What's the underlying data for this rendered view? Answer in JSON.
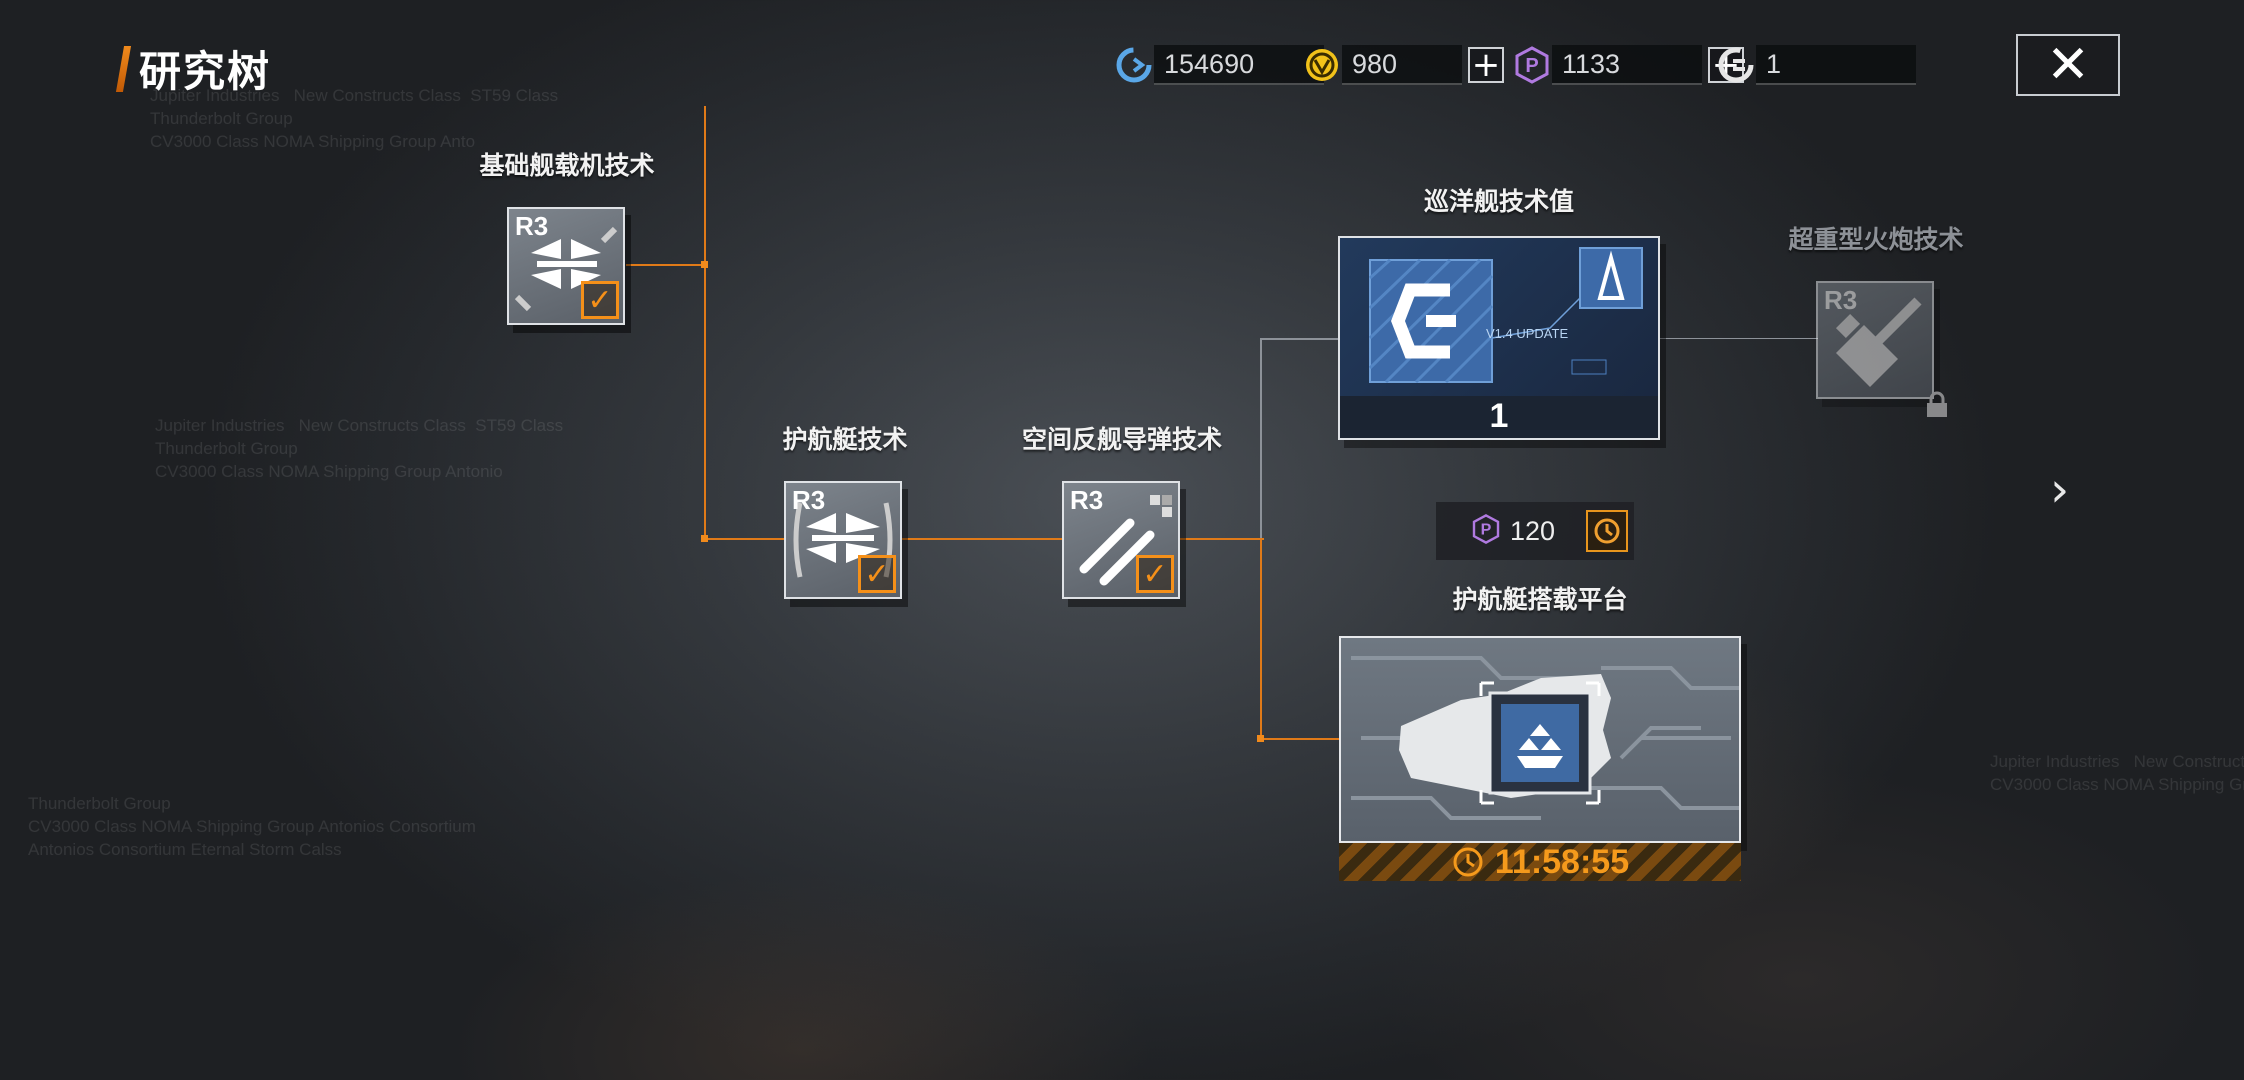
{
  "header": {
    "title": "研究树",
    "close_icon": "close-icon"
  },
  "currencies": [
    {
      "icon": "credit-coin-icon",
      "color": "#5aa7e8",
      "value": "154690",
      "has_plus": false
    },
    {
      "icon": "gold-coin-icon",
      "color": "#f2c21a",
      "value": "980",
      "has_plus": true
    },
    {
      "icon": "purple-p-icon",
      "color": "#b07ae0",
      "value": "1133",
      "has_plus": true
    },
    {
      "icon": "white-token-icon",
      "color": "#e6e6e6",
      "value": "1",
      "has_plus": false
    }
  ],
  "plus_symbol": "+",
  "close_symbol": "✕",
  "next_symbol": "›",
  "tree": {
    "n1": {
      "label": "基础舰载机技术",
      "rank": "R3",
      "completed": true,
      "check": "✓"
    },
    "n2": {
      "label": "护航艇技术",
      "rank": "R3",
      "completed": true,
      "check": "✓"
    },
    "n3": {
      "label": "空间反舰导弹技术",
      "rank": "R3",
      "completed": true,
      "check": "✓"
    },
    "n4": {
      "label": "巡洋舰技术值",
      "count": "1",
      "update_text": "V1.4 UPDATE"
    },
    "n5": {
      "label": "超重型火炮技术",
      "rank": "R3",
      "locked": true
    },
    "n6": {
      "label": "护航艇搭载平台",
      "cost": "120",
      "timer": "11:58:55"
    }
  },
  "colors": {
    "accent": "#f08a1c",
    "check": "#f59019",
    "timer": "#f59a1c"
  }
}
